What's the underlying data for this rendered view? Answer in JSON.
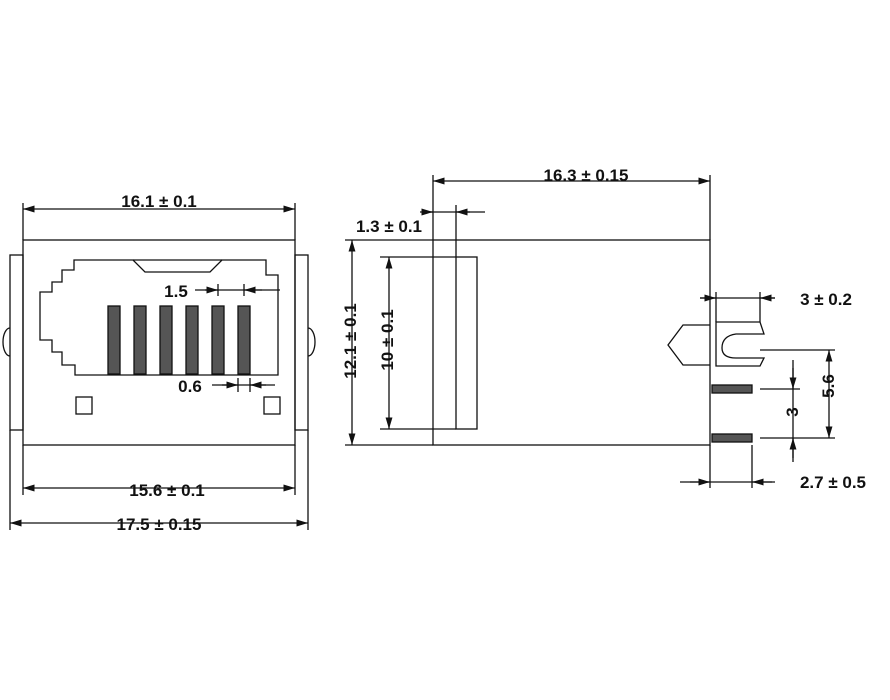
{
  "colors": {
    "line": "#111111",
    "pin_fill": "#555555",
    "background": "#ffffff"
  },
  "front_view": {
    "dim_top": "16.1 ± 0.1",
    "dim_pitch": "1.5",
    "dim_pin_width": "0.6",
    "dim_inner_width": "15.6 ± 0.1",
    "dim_overall_width": "17.5 ± 0.15"
  },
  "side_view": {
    "dim_length": "16.3 ± 0.15",
    "dim_offset": "1.3 ± 0.1",
    "dim_height": "12.1 ± 0.1",
    "dim_inner_height": "10 ± 0.1",
    "dim_latch": "3 ± 0.2",
    "dim_lead_span": "5.6",
    "dim_lead_pitch": "3",
    "dim_lead_length": "2.7 ± 0.5"
  }
}
